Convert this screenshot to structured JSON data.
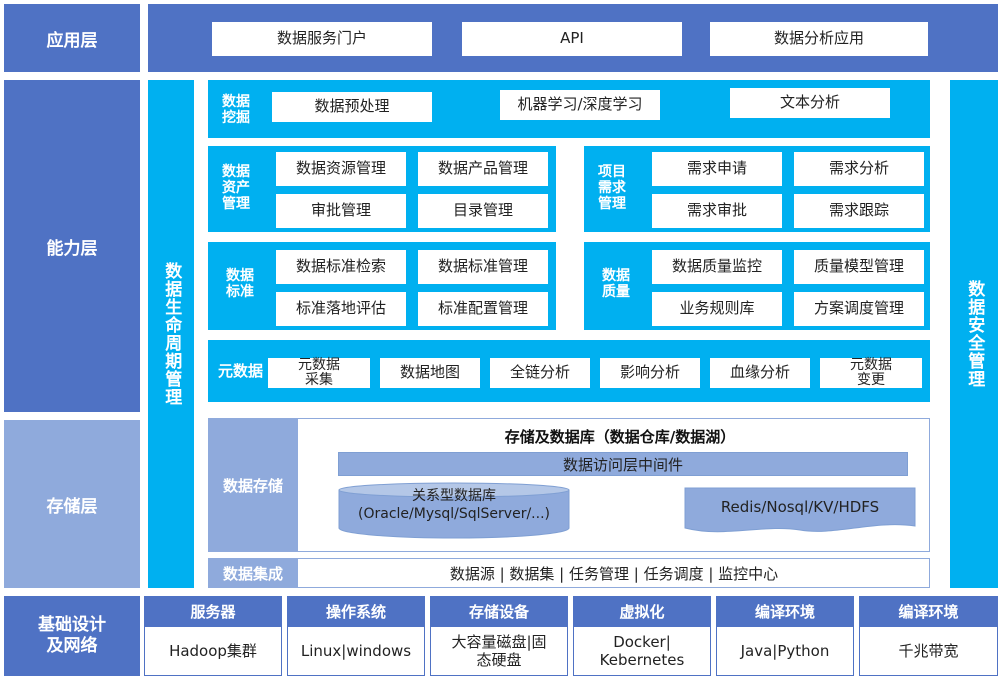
{
  "layers": {
    "app": "应用层",
    "capability": "能力层",
    "storage": "存储层",
    "infra": "基础设计\n及网络"
  },
  "app_layer": {
    "items": [
      "数据服务门户",
      "API",
      "数据分析应用"
    ]
  },
  "lifecycle": "数据生命周期管理",
  "security": "数据安全管理",
  "mining": {
    "title": "数据\n挖掘",
    "items": [
      "数据预处理",
      "机器学习/深度学习",
      "文本分析"
    ]
  },
  "asset": {
    "title": "数据\n资产\n管理",
    "items": [
      "数据资源管理",
      "数据产品管理",
      "审批管理",
      "目录管理"
    ]
  },
  "requirement": {
    "title": "项目\n需求\n管理",
    "items": [
      "需求申请",
      "需求分析",
      "需求审批",
      "需求跟踪"
    ]
  },
  "standard": {
    "title": "数据\n标准",
    "items": [
      "数据标准检索",
      "数据标准管理",
      "标准落地评估",
      "标准配置管理"
    ]
  },
  "quality": {
    "title": "数据\n质量",
    "items": [
      "数据质量监控",
      "质量模型管理",
      "业务规则库",
      "方案调度管理"
    ]
  },
  "metadata": {
    "title": "元数据",
    "items": [
      "元数据\n采集",
      "数据地图",
      "全链分析",
      "影响分析",
      "血缘分析",
      "元数据\n变更"
    ]
  },
  "storage_block": {
    "label": "数据存储",
    "heading": "存储及数据库（数据仓库/数据湖）",
    "middleware": "数据访问层中间件",
    "relational": "关系型数据库\n(Oracle/Mysql/SqlServer/...)",
    "nosql": "Redis/Nosql/KV/HDFS"
  },
  "integration": {
    "label": "数据集成",
    "text": "数据源 | 数据集 | 任务管理 | 任务调度 | 监控中心"
  },
  "infra": [
    {
      "head": "服务器",
      "body": "Hadoop集群"
    },
    {
      "head": "操作系统",
      "body": "Linux|windows"
    },
    {
      "head": "存储设备",
      "body": "大容量磁盘|固\n态硬盘"
    },
    {
      "head": "虚拟化",
      "body": "Docker|\nKebernetes"
    },
    {
      "head": "编译环境",
      "body": "Java|Python"
    },
    {
      "head": "编译环境",
      "body": "千兆带宽"
    }
  ],
  "colors": {
    "layer": "#4f72c4",
    "storage_layer": "#8faadc",
    "module": "#00b0f0",
    "middleware": "#8faadc"
  }
}
